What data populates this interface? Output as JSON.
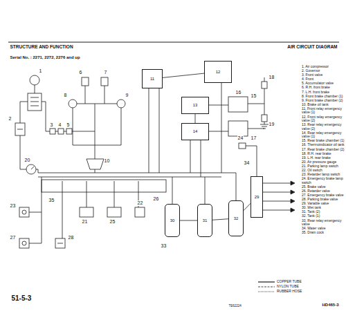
{
  "diagram": {
    "nodes": [
      {
        "text": [
          "11"
        ]
      },
      {
        "text": [
          "12"
        ]
      },
      {
        "text": [
          "13"
        ]
      },
      {
        "text": [
          "14"
        ]
      },
      {
        "text": [
          "30"
        ]
      },
      {
        "text": [
          "31"
        ]
      },
      {
        "text": [
          "32"
        ]
      },
      {
        "text": [
          "29"
        ]
      }
    ],
    "edges": [
      {
        "from": 4,
        "to": 5,
        "arrow": "none"
      },
      {
        "from": 5,
        "to": 6,
        "arrow": "none"
      },
      {
        "from": 0,
        "to": 1,
        "arrow": "none"
      },
      {
        "from": 2,
        "to": 3,
        "arrow": "none"
      },
      {
        "from": 6,
        "to": 7,
        "arrow": "none"
      }
    ],
    "labels": [
      "STRUCTURE AND FUNCTION",
      "AIR CIRCUIT DIAGRAM",
      "Serial No. : 2271, 2272, 2276 and up",
      "1",
      "2",
      "3",
      "4",
      "5",
      "6",
      "7",
      "8",
      "9",
      "10",
      "15",
      "16",
      "17",
      "18",
      "19",
      "20",
      "21",
      "22",
      "23",
      "24",
      "25",
      "26",
      "27",
      "28",
      "33",
      "34",
      "35",
      "1. Air compressor",
      "2. Governor",
      "3. Front valve",
      "4. Front",
      "5. Accumulator valve",
      "6. R.H. front brake",
      "7. L.H. front brake",
      "8. Front brake chamber (1)",
      "9. Front brake chamber (2)",
      "10. Brake oil tank",
      "11. Front relay emergency valve (1)",
      "12. Front relay emergency valve (2)",
      "13. Rear relay emergency valve (2)",
      "14. Rear relay emergency valve (1)",
      "15. Rear brake chamber (1)",
      "16. Thermoindicator oil tank",
      "17. Rear brake chamber (2)",
      "18. R.H. rear brake",
      "19. L.H. rear brake",
      "20. Air pressure gauge",
      "21. Parking lamp switch",
      "22. Oil switch",
      "23. Retarder lamp switch",
      "24. Emergency brake lamp switch",
      "25. Brake valve",
      "26. Retarder valve",
      "27. Emergency brake valve",
      "28. Parking brake valve",
      "29. Variable valve",
      "30. Wet tank",
      "31. Tank (2)",
      "32. Tank (1)",
      "33. Rear relay emergency valve",
      "34. Water valve",
      "35. Drain cock",
      "51-5-3",
      "TE62224",
      "HD465-3"
    ],
    "legend": [
      {
        "text": "COPPER TUBE"
      },
      {
        "text": "NYLON TUBE"
      },
      {
        "text": "RUBBER HOSE"
      }
    ]
  }
}
